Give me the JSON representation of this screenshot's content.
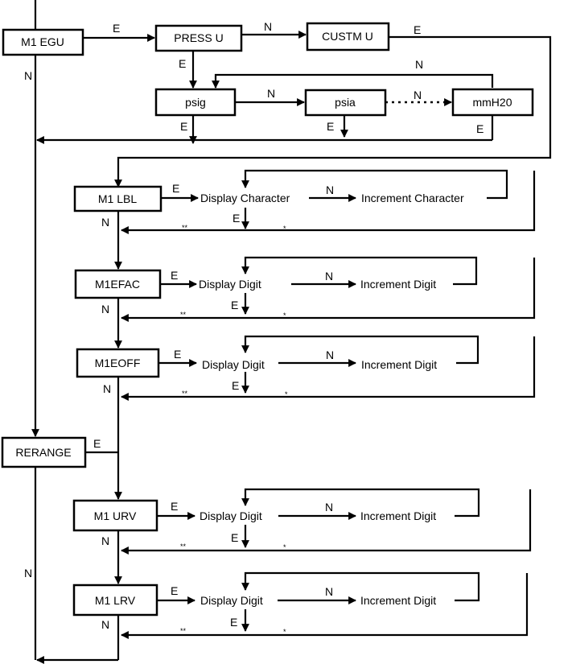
{
  "boxes": {
    "m1egu": "M1 EGU",
    "press_u": "PRESS U",
    "custm_u": "CUSTM U",
    "psig": "psig",
    "psia": "psia",
    "mmh20": "mmH20",
    "m1lbl": "M1 LBL",
    "m1efac": "M1EFAC",
    "m1eoff": "M1EOFF",
    "rerange": "RERANGE",
    "m1urv": "M1 URV",
    "m1lrv": "M1 LRV"
  },
  "labels": {
    "display_character": "Display Character",
    "increment_character": "Increment Character",
    "display_digit": "Display Digit",
    "increment_digit": "Increment Digit",
    "enter": "E",
    "next": "N",
    "double_star": "**",
    "single_star": "*"
  },
  "colors": {
    "line": "#000000",
    "background": "#ffffff"
  }
}
